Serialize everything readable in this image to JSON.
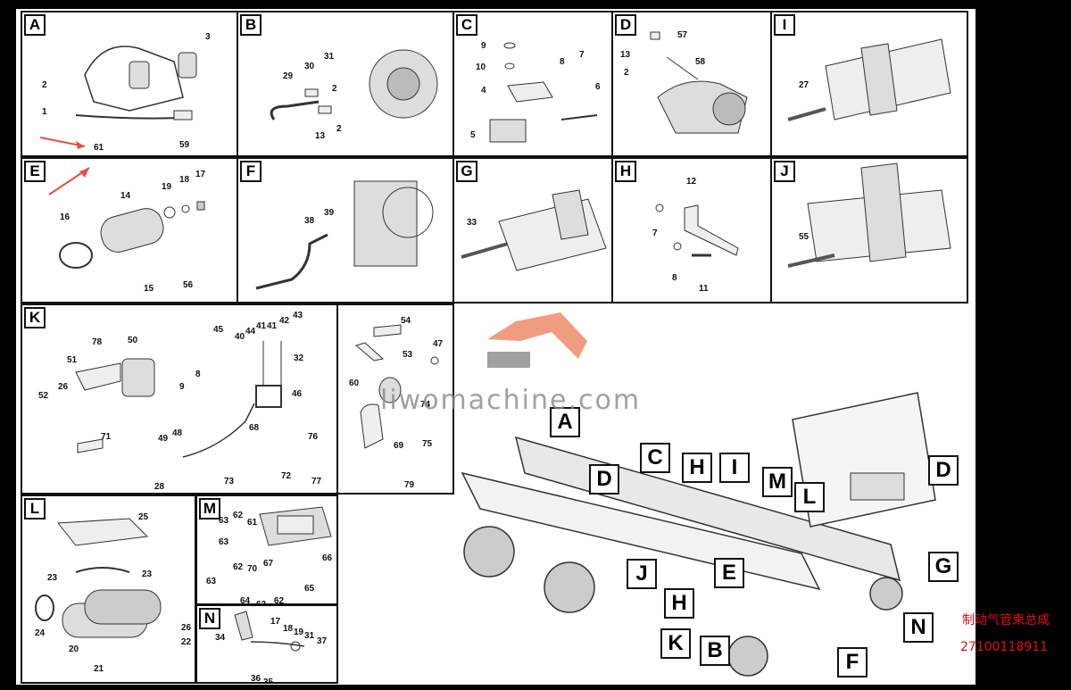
{
  "panels": {
    "A": {
      "label": "A",
      "parts": [
        "3",
        "2",
        "1",
        "61",
        "59"
      ]
    },
    "B": {
      "label": "B",
      "parts": [
        "31",
        "30",
        "29",
        "2",
        "13",
        "2"
      ]
    },
    "C": {
      "label": "C",
      "parts": [
        "9",
        "10",
        "4",
        "7",
        "8",
        "6",
        "5"
      ]
    },
    "D": {
      "label": "D",
      "parts": [
        "57",
        "13",
        "2",
        "58"
      ]
    },
    "I": {
      "label": "I",
      "parts": [
        "27"
      ]
    },
    "E": {
      "label": "E",
      "parts": [
        "14",
        "19",
        "18",
        "17",
        "16",
        "15",
        "56"
      ]
    },
    "F": {
      "label": "F",
      "parts": [
        "38",
        "39"
      ]
    },
    "G": {
      "label": "G",
      "parts": [
        "33"
      ]
    },
    "H": {
      "label": "H",
      "parts": [
        "12",
        "7",
        "8",
        "11"
      ]
    },
    "J": {
      "label": "J",
      "parts": [
        "55"
      ]
    },
    "K": {
      "label": "K",
      "parts": [
        "78",
        "50",
        "45",
        "40",
        "44",
        "41",
        "41",
        "42",
        "43",
        "51",
        "32",
        "26",
        "52",
        "9",
        "8",
        "46",
        "71",
        "49",
        "48",
        "68",
        "76",
        "73",
        "72",
        "77",
        "28"
      ]
    },
    "KX": {
      "parts": [
        "54",
        "53",
        "47",
        "60",
        "74",
        "75",
        "69",
        "79"
      ]
    },
    "L": {
      "label": "L",
      "parts": [
        "25",
        "23",
        "23",
        "24",
        "20",
        "21",
        "26",
        "22"
      ]
    },
    "M": {
      "label": "M",
      "parts": [
        "63",
        "62",
        "61",
        "63",
        "62",
        "70",
        "67",
        "66",
        "63",
        "64",
        "63",
        "62",
        "65"
      ]
    },
    "N": {
      "label": "N",
      "parts": [
        "34",
        "17",
        "18",
        "19",
        "31",
        "37",
        "36",
        "35"
      ]
    }
  },
  "callouts": [
    "A",
    "C",
    "D",
    "H",
    "I",
    "M",
    "L",
    "D",
    "J",
    "E",
    "G",
    "H",
    "K",
    "B",
    "N",
    "F"
  ],
  "watermark": "liwomachine.com",
  "footer": {
    "title": "制动气管束总成",
    "number": "27100118911"
  }
}
